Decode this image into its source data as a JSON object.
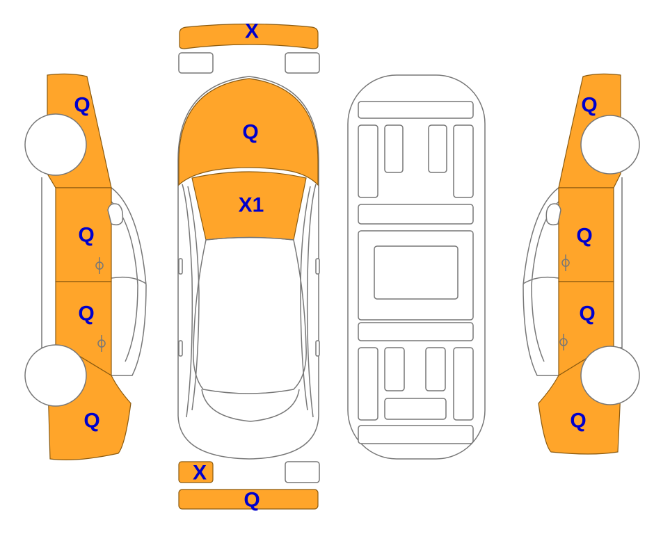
{
  "colors": {
    "damage_fill": "#FFA52A",
    "label": "#0000CC",
    "outline": "#777777",
    "background": "#FFFFFF"
  },
  "top_view": {
    "front_bumper": "X",
    "hood": "Q",
    "windshield": "X1",
    "rear_left_light": "X",
    "rear_bumper": "Q"
  },
  "left_side": {
    "front_fender": "Q",
    "front_door": "Q",
    "rear_door": "Q",
    "rear_quarter": "Q"
  },
  "right_side": {
    "front_fender": "Q",
    "front_door": "Q",
    "rear_door": "Q",
    "rear_quarter": "Q"
  }
}
